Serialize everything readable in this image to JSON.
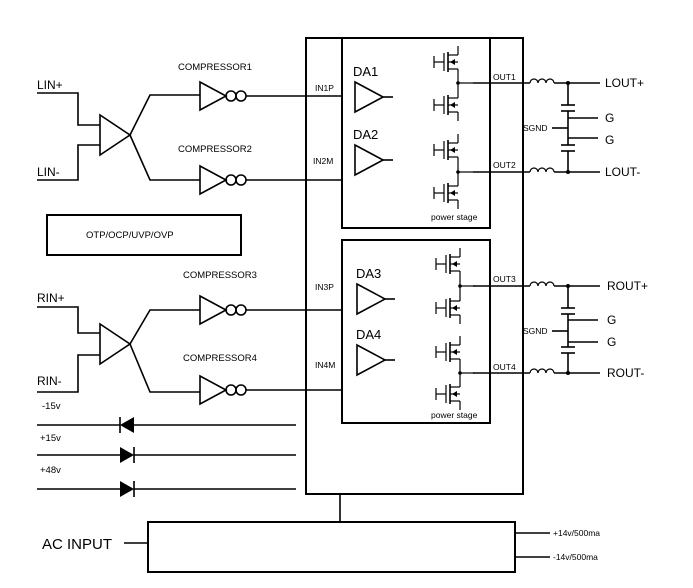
{
  "inputs": {
    "left_pos": "LIN+",
    "left_neg": "LIN-",
    "right_pos": "RIN+",
    "right_neg": "RIN-"
  },
  "compressors": [
    "COMPRESSOR1",
    "COMPRESSOR2",
    "COMPRESSOR3",
    "COMPRESSOR4"
  ],
  "amp_inputs": [
    "IN1P",
    "IN2M",
    "IN3P",
    "IN4M"
  ],
  "amplifiers": [
    "DA1",
    "DA2",
    "DA3",
    "DA4"
  ],
  "outputs": [
    "OUT1",
    "OUT2",
    "OUT3",
    "OUT4"
  ],
  "power_stage": "power stage",
  "protection": "OTP/OCP/UVP/OVP",
  "filter": {
    "sgnd": "SGND",
    "ground": "G"
  },
  "speaker_outputs": [
    "LOUT+",
    "LOUT-",
    "ROUT+",
    "ROUT-"
  ],
  "rails": [
    "-15v",
    "+15v",
    "+48v"
  ],
  "psu": {
    "input": "AC INPUT",
    "out_pos": "+14v/500ma",
    "out_neg": "-14v/500ma"
  }
}
